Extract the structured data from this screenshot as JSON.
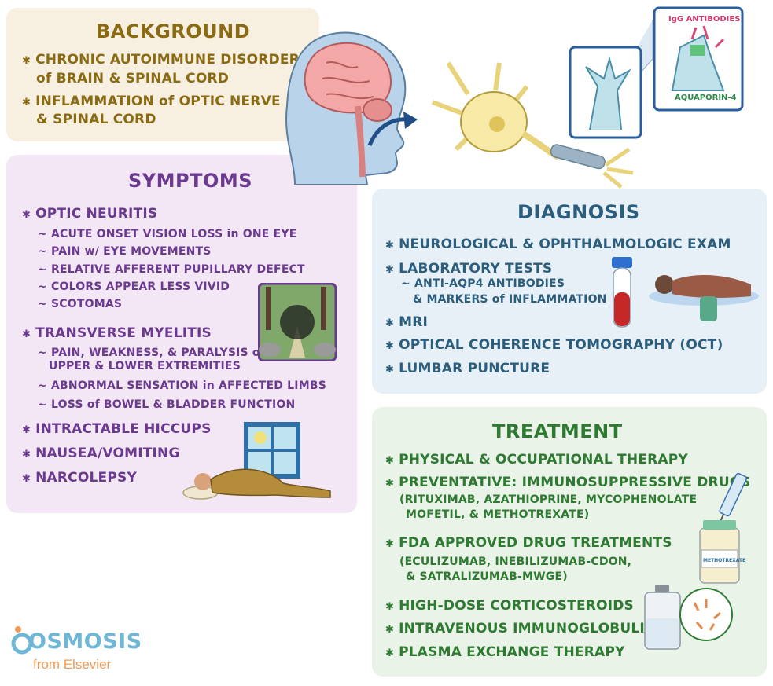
{
  "background": {
    "title": "BACKGROUND",
    "lines": [
      "CHRONIC AUTOIMMUNE DISORDER",
      "of BRAIN & SPINAL CORD",
      "INFLAMMATION of OPTIC NERVE",
      "& SPINAL CORD"
    ]
  },
  "symptoms": {
    "title": "SYMPTOMS",
    "optic_neuritis": "OPTIC NEURITIS",
    "optic_items": [
      "ACUTE ONSET VISION LOSS in ONE EYE",
      "PAIN w/ EYE MOVEMENTS",
      "RELATIVE AFFERENT PUPILLARY DEFECT",
      "COLORS APPEAR LESS VIVID",
      "SCOTOMAS"
    ],
    "transverse_myelitis": "TRANSVERSE MYELITIS",
    "tm_items": [
      "PAIN, WEAKNESS, & PARALYSIS of",
      "UPPER & LOWER EXTREMITIES",
      "ABNORMAL SENSATION in AFFECTED LIMBS",
      "LOSS of BOWEL & BLADDER FUNCTION"
    ],
    "others": [
      "INTRACTABLE HICCUPS",
      "NAUSEA/VOMITING",
      "NARCOLEPSY"
    ]
  },
  "diagnosis": {
    "title": "DIAGNOSIS",
    "exam": "NEUROLOGICAL & OPHTHALMOLOGIC EXAM",
    "lab": "LABORATORY TESTS",
    "lab_sub": [
      "ANTI-AQP4 ANTIBODIES",
      "& MARKERS of INFLAMMATION"
    ],
    "mri": "MRI",
    "oct": "OPTICAL COHERENCE TOMOGRAPHY (OCT)",
    "lp": "LUMBAR PUNCTURE"
  },
  "treatment": {
    "title": "TREATMENT",
    "pt": "PHYSICAL & OCCUPATIONAL THERAPY",
    "prev": "PREVENTATIVE: IMMUNOSUPPRESSIVE DRUGS",
    "prev_sub": [
      "(RITUXIMAB, AZATHIOPRINE, MYCOPHENOLATE",
      "MOFETIL, & METHOTREXATE)"
    ],
    "fda": "FDA APPROVED DRUG TREATMENTS",
    "fda_sub": [
      "(ECULIZUMAB, INEBILIZUMAB-CDON,",
      "& SATRALIZUMAB-MWGE)"
    ],
    "steroids": "HIGH-DOSE CORTICOSTEROIDS",
    "ivig": "INTRAVENOUS IMMUNOGLOBULIN",
    "plasma": "PLASMA EXCHANGE THERAPY",
    "vial_label": "METHOTREXATE"
  },
  "diagram": {
    "igg_label": "IgG ANTIBODIES",
    "aqp4_label": "AQUAPORIN-4"
  },
  "branding": {
    "logo": "OSMOSIS",
    "sub": "from Elsevier"
  },
  "colors": {
    "background_title": "#8a6a12",
    "symptoms_title": "#6a3a8e",
    "diagnosis_title": "#2c5d7c",
    "treatment_title": "#2f7a32"
  }
}
